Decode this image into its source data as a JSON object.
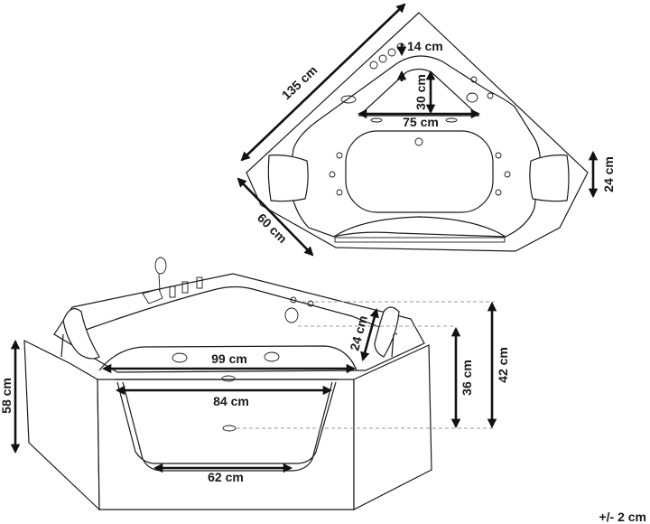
{
  "top_view": {
    "dimensions": {
      "side_length": "135 cm",
      "depth": "60 cm",
      "rim_width": "14 cm",
      "inner_triangle_height": "30 cm",
      "inner_triangle_width": "75 cm",
      "headrest": "24 cm"
    }
  },
  "front_view": {
    "dimensions": {
      "total_height": "58 cm",
      "inner_width_top": "99 cm",
      "window_top_width": "84 cm",
      "window_bottom_width": "62 cm",
      "headrest": "24 cm",
      "water_depth": "36 cm",
      "inner_depth": "42 cm"
    }
  },
  "tolerance": "+/- 2 cm"
}
